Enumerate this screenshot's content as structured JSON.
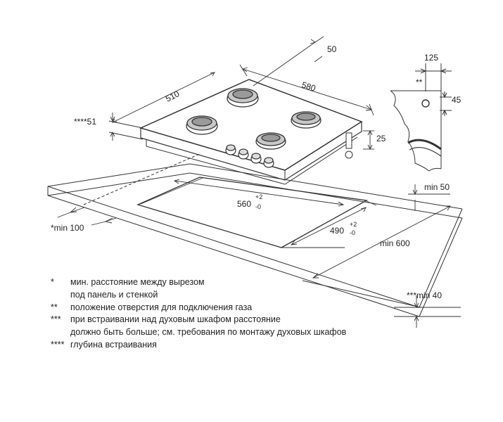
{
  "dimensions": {
    "d50_top": "50",
    "d580": "580",
    "d510": "510",
    "d51": "****51",
    "d25": "25",
    "d125": "125",
    "d45": "45",
    "gas_mark": "**",
    "d560": "560",
    "d560_plus": "+2",
    "d560_minus": "-0",
    "d490": "490",
    "d490_plus": "+2",
    "d490_minus": "-0",
    "min50": "min 50",
    "min600": "min 600",
    "min100": "*min 100",
    "min40": "***min 40"
  },
  "notes": [
    {
      "mark": "*",
      "lines": [
        "мин. расстояние между вырезом",
        "под панель и стенкой"
      ]
    },
    {
      "mark": "**",
      "lines": [
        "положение отверстия для подключения газа"
      ]
    },
    {
      "mark": "***",
      "lines": [
        "при встраивании над духовым шкафом расстояние",
        "должно быть больше; см. требования по монтажу духовых шкафов"
      ]
    },
    {
      "mark": "****",
      "lines": [
        "глубина встраивания"
      ]
    }
  ]
}
